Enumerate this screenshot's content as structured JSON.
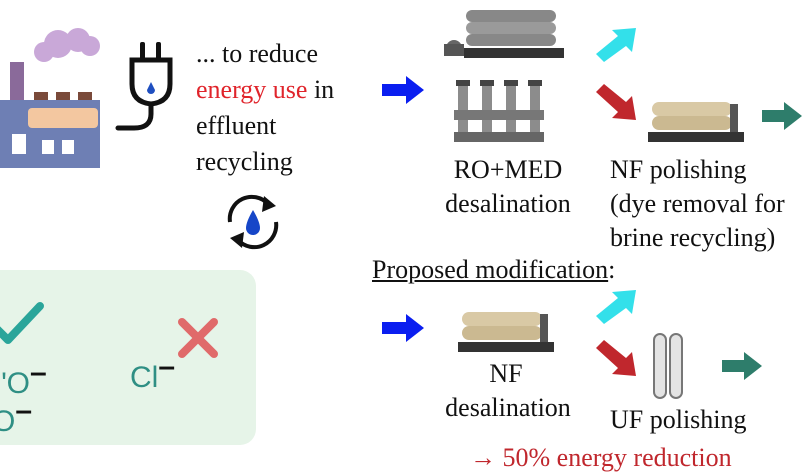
{
  "intro": {
    "line1": "... to reduce",
    "highlight": "energy use",
    "line2_rest": " in",
    "line3": "effluent",
    "line4": "recycling"
  },
  "top_process": {
    "stage1_line1": "RO+MED",
    "stage1_line2": "desalination",
    "stage2_line1": "NF polishing",
    "stage2_line2": "(dye removal for",
    "stage2_line3": "brine recycling)"
  },
  "proposed": {
    "heading": "Proposed modification",
    "heading_colon": ":",
    "stage1_line1": "NF",
    "stage1_line2": "desalination",
    "stage2_line1": "UF polishing",
    "bottom_partial": "→ 50% energy reduction"
  },
  "ions": {
    "ion1": "O",
    "ion1_prefix": "\"",
    "ion2": "O",
    "ion3": "Cl",
    "minus": "–"
  },
  "colors": {
    "blue_arrow": "#0a1ef0",
    "red_arrow": "#c0272d",
    "cyan_arrow": "#33e0ea",
    "teal_arrow": "#2e7d6b",
    "highlight_text": "#e0242b",
    "panel_bg": "#e6f4e8",
    "check": "#2aa59a",
    "cross": "#e06a6a"
  }
}
